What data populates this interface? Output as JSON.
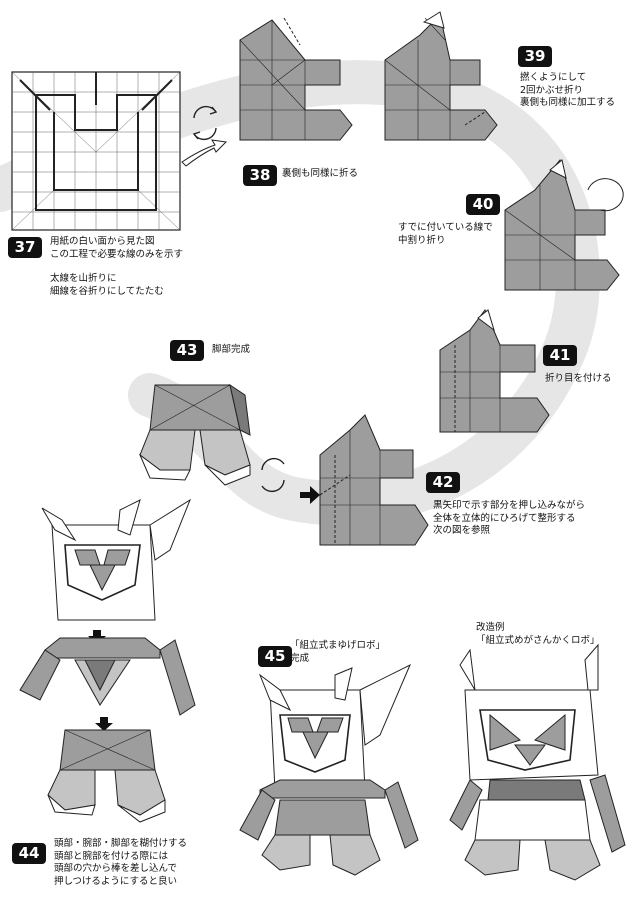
{
  "steps": [
    {
      "number": "37",
      "lines": [
        "用紙の白い面から見た図",
        "この工程で必要な線のみを示す"
      ],
      "lines2": [
        "太線を山折りに",
        "細線を谷折りにしてたたむ"
      ]
    },
    {
      "number": "38",
      "lines": [
        "裏側も同様に折る"
      ]
    },
    {
      "number": "39",
      "lines": [
        "撚くようにして",
        "2回かぶせ折り",
        "裏側も同様に加工する"
      ]
    },
    {
      "number": "40",
      "lines": [
        "すでに付いている線で",
        "中割り折り"
      ]
    },
    {
      "number": "41",
      "lines": [
        "折り目を付ける"
      ]
    },
    {
      "number": "42",
      "lines": [
        "黒矢印で示す部分を押し込みながら",
        "全体を立体的にひろげて整形する",
        "次の図を参照"
      ]
    },
    {
      "number": "43",
      "lines": [
        "脚部完成"
      ]
    },
    {
      "number": "44",
      "lines": [
        "頭部・腕部・脚部を糊付けする",
        "頭部と腕部を付ける際には",
        "頭部の穴から棒を差し込んで",
        "押しつけるようにすると良い"
      ]
    },
    {
      "number": "45",
      "lines": [
        "「組立式まゆげロボ」",
        "完成"
      ]
    }
  ],
  "variant": {
    "lines": [
      "改造例",
      "「組立式めがさんかくロボ」"
    ]
  },
  "colors": {
    "paper_gray": "#9d9d9d",
    "paper_light": "#d4d4d4",
    "path_band": "#e6e6e6",
    "badge": "#111111",
    "ink": "#1a1a1a"
  }
}
